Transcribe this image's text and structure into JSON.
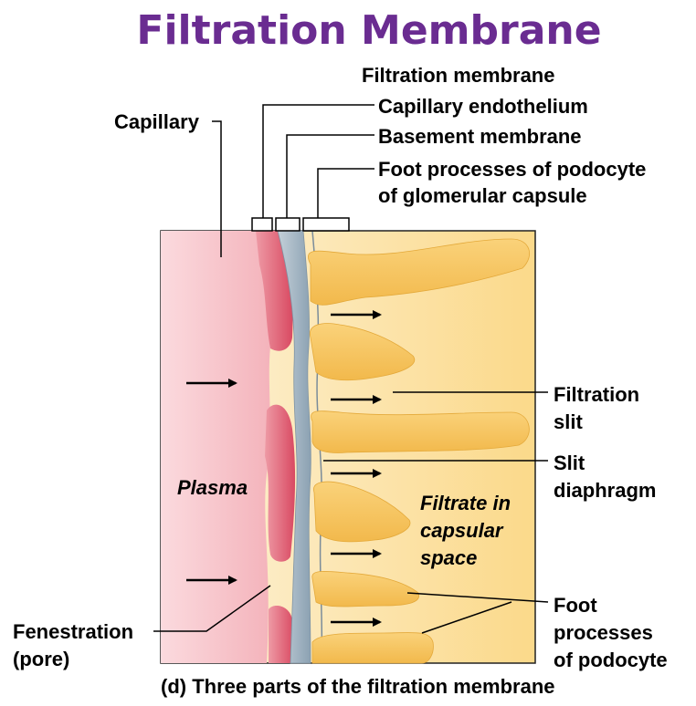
{
  "title": "Filtration Membrane",
  "header": "Filtration membrane",
  "labels": {
    "capillary_endothelium": "Capillary endothelium",
    "basement_membrane": "Basement membrane",
    "foot_processes_line1": "Foot processes of podocyte",
    "foot_processes_line2": "of glomerular capsule",
    "capillary": "Capillary",
    "filtration_slit_line1": "Filtration",
    "filtration_slit_line2": "slit",
    "slit_diaphragm_line1": "Slit",
    "slit_diaphragm_line2": "diaphragm",
    "plasma": "Plasma",
    "filtrate_line1": "Filtrate in",
    "filtrate_line2": "capsular",
    "filtrate_line3": "space",
    "foot_line1": "Foot",
    "foot_line2": "processes",
    "foot_line3": "of podocyte",
    "fenestration_line1": "Fenestration",
    "fenestration_line2": "(pore)"
  },
  "caption": "(d) Three parts of the filtration membrane",
  "colors": {
    "title": "#6a2c91",
    "plasma_light": "#fbd3d6",
    "plasma_mid": "#f6b8bf",
    "endothelium": "#e5707f",
    "basement": "#9fb3c2",
    "capsular_light": "#fdf0cf",
    "capsular_dark": "#fbd780",
    "foot_process": "#f8c75a"
  }
}
